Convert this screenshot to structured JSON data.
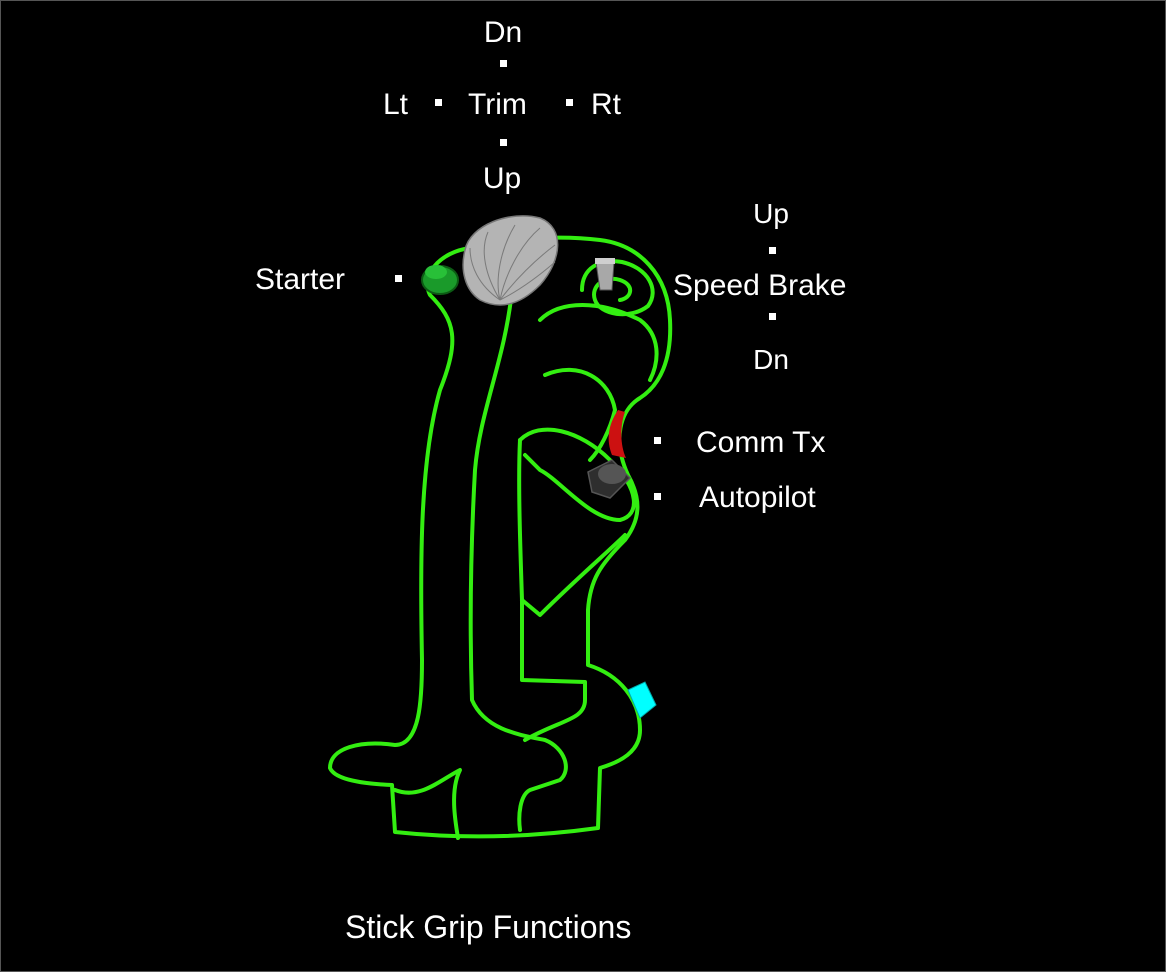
{
  "labels": {
    "trim": "Trim",
    "trim_dn": "Dn",
    "trim_up": "Up",
    "trim_lt": "Lt",
    "trim_rt": "Rt",
    "starter": "Starter",
    "speed_brake": "Speed Brake",
    "speed_brake_up": "Up",
    "speed_brake_dn": "Dn",
    "comm_tx": "Comm Tx",
    "autopilot": "Autopilot",
    "caption": "Stick Grip Functions"
  },
  "colors": {
    "background": "#000000",
    "outline": "#33ee11",
    "starter_button": "#1a9a2a",
    "trim_hat": "#b4b4b4",
    "speed_brake_switch": "#a8a8a8",
    "comm_tx_trigger": "#cc1111",
    "autopilot_button": "#3a3a3a",
    "cyan_button": "#00ffff",
    "label_text": "#ffffff"
  }
}
